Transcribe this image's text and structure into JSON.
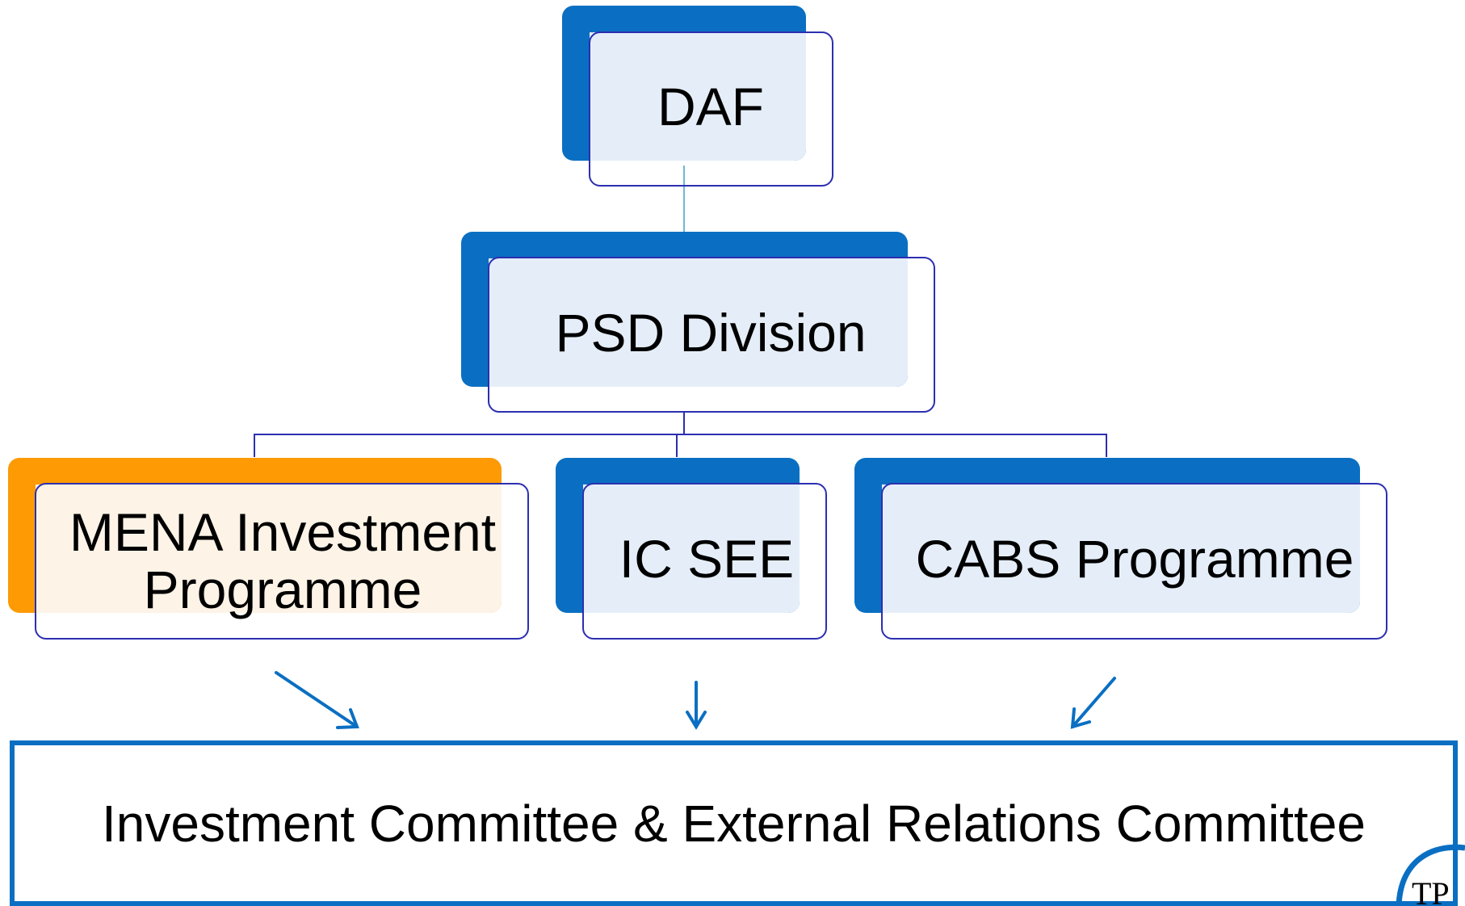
{
  "nodes": {
    "daf": {
      "label": "DAF"
    },
    "psd": {
      "label": "PSD Division"
    },
    "mena": {
      "label_line1": "MENA Investment",
      "label_line2": "Programme"
    },
    "icsee": {
      "label": "IC SEE"
    },
    "cabs": {
      "label": "CABS Programme"
    }
  },
  "committee": {
    "label": "Investment Committee & External Relations Committee"
  },
  "logo": {
    "text": "TP"
  },
  "colors": {
    "blue_accent": "#0a6fc2",
    "orange_accent": "#fd9a04",
    "border": "#2c2fb0",
    "light_fill": "#e5eef8",
    "light_orange_fill": "#fdf3e6"
  }
}
